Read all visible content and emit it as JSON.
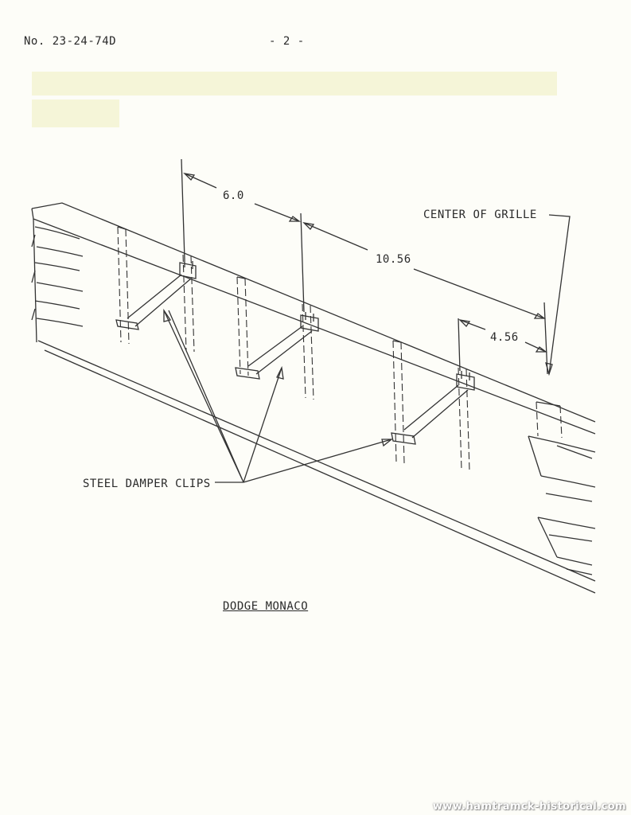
{
  "header": {
    "doc_number": "No. 23-24-74D",
    "page_number": "- 2 -"
  },
  "diagram": {
    "dimension_1": "6.0",
    "dimension_2": "10.56",
    "dimension_3": "4.56",
    "label_grille": "CENTER OF GRILLE",
    "label_clips": "STEEL DAMPER CLIPS",
    "caption": "DODGE MONACO"
  },
  "watermark": "www.hamtramck-historical.com"
}
